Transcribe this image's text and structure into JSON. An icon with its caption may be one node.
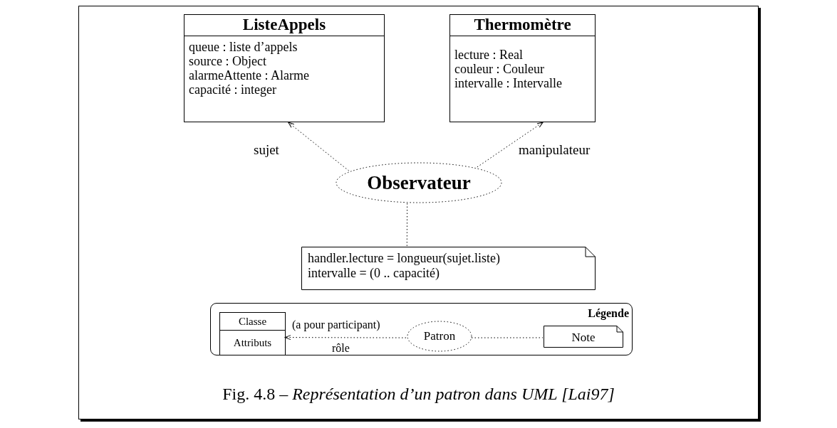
{
  "diagram": {
    "caption": "Fig. 4.8 – *Représentation d’un patron dans UML [Lai97]*",
    "nodes": [
      {
        "text": [
          "ListeAppels",
          "queue : liste d’appels",
          "source : Object",
          "alarmeAttente : Alarme",
          "capacité : integer"
        ]
      },
      {
        "text": [
          "Thermomètre",
          "lecture : Real",
          "couleur : Couleur",
          "intervalle : Intervalle"
        ]
      },
      {
        "text": [
          "Observateur"
        ]
      },
      {
        "text": [
          "handler.lecture = longueur(sujet.liste)",
          "intervalle = (0 .. capacité)"
        ]
      },
      {
        "text": [
          "Légende"
        ]
      },
      {
        "text": [
          "Classe",
          "Attributs"
        ],
        "in": 4
      },
      {
        "text": [
          "Patron"
        ],
        "in": 4
      },
      {
        "text": [
          "Note"
        ],
        "in": 4
      }
    ],
    "edges": [
      {
        "from": 2,
        "to": 0,
        "arrow": "to",
        "style": "dashed",
        "label": "sujet"
      },
      {
        "from": 2,
        "to": 1,
        "arrow": "to",
        "style": "dashed",
        "label": "manipulateur"
      },
      {
        "from": 2,
        "to": 3,
        "arrow": "none",
        "style": "dashed"
      },
      {
        "from": 6,
        "to": 5,
        "arrow": "to",
        "style": "dashed",
        "label": "(a pour participant)"
      },
      {
        "from": 6,
        "to": 7,
        "arrow": "none",
        "style": "dashed"
      }
    ],
    "labels": [
      "rôle"
    ]
  }
}
